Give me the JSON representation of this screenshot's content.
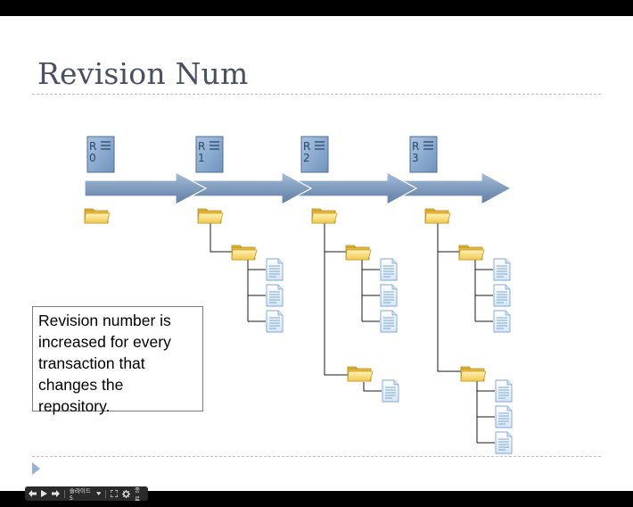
{
  "slide": {
    "title": "Revision Num",
    "note_text": "Revision number is increased for every transaction that changes the repository."
  },
  "revisions": [
    {
      "label": "R",
      "number": "0"
    },
    {
      "label": "R",
      "number": "1"
    },
    {
      "label": "R",
      "number": "2"
    },
    {
      "label": "R",
      "number": "3"
    }
  ],
  "toolbar": {
    "slide_label": "슬라이드 5",
    "end_label": "종료",
    "icons": [
      "prev-arrow-icon",
      "play-icon",
      "next-arrow-icon",
      "chevron-down-icon",
      "fullscreen-icon",
      "settings-gear-icon"
    ]
  },
  "colors": {
    "arrow": "#7f9bbd",
    "doc_page": "#89a9cc",
    "folder": "#f5d46a",
    "file": "#eaf3fb",
    "title": "#4a4f63",
    "divider": "#b8c2cf"
  }
}
